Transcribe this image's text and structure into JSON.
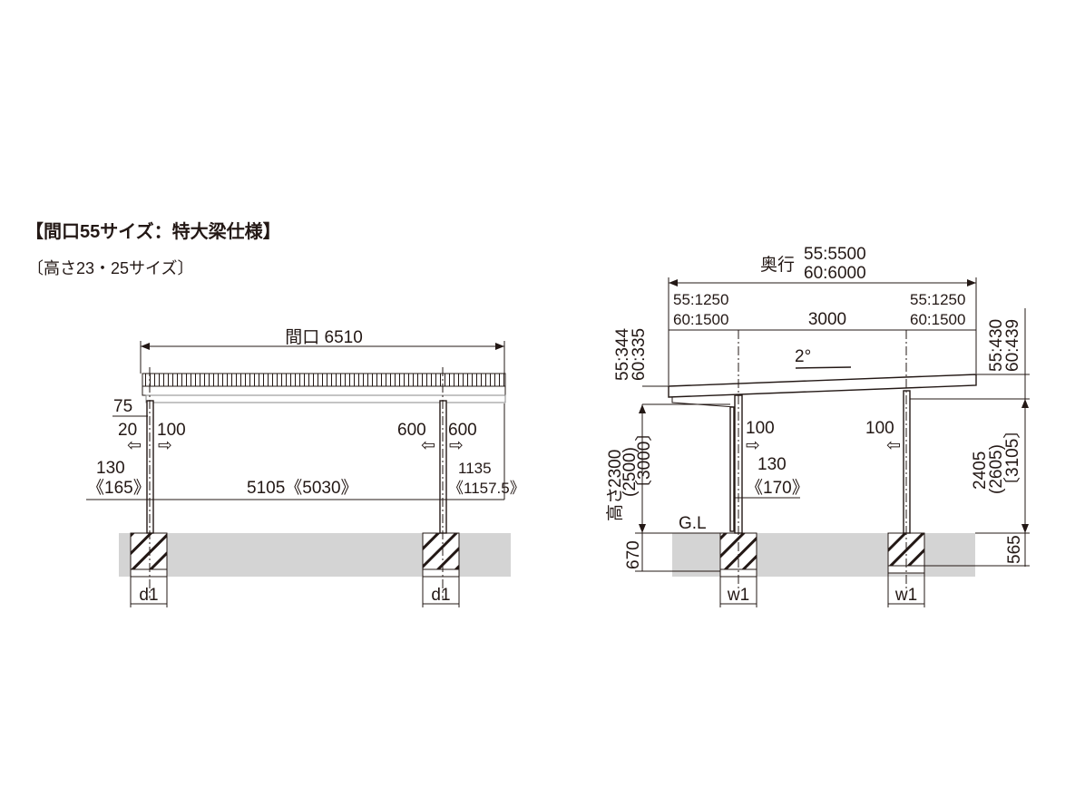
{
  "title": "【間口55サイズ：特大梁仕様】",
  "subtitle": "〔高さ23・25サイズ〕",
  "front_view": {
    "width_label": "間口 6510",
    "dim_75": "75",
    "dim_20": "20",
    "dim_100": "100",
    "dim_600_left": "600",
    "dim_600_right": "600",
    "dim_130": "130",
    "dim_165": "《165》",
    "span": "5105《5030》",
    "dim_1135": "1135",
    "dim_1157": "《1157.5》",
    "footing_left": "d1",
    "footing_right": "d1"
  },
  "side_view": {
    "depth_prefix": "奥行",
    "depth_55": "55:5500",
    "depth_60": "60:6000",
    "left_overhang_55": "55:1250",
    "left_overhang_60": "60:1500",
    "post_span": "3000",
    "right_overhang_55": "55:1250",
    "right_overhang_60": "60:1500",
    "slope": "2°",
    "left_roof_55": "55:344",
    "left_roof_60": "60:335",
    "right_roof_55": "55:430",
    "right_roof_60": "60:439",
    "height_label": "高さ",
    "height_1": "2300",
    "height_2": "(2500)",
    "height_3": "〔3000〕",
    "right_height_1": "2405",
    "right_height_2": "(2605)",
    "right_height_3": "〔3105〕",
    "gl": "G.L",
    "dim_100_left": "100",
    "dim_100_right": "100",
    "dim_130": "130",
    "dim_170": "《170》",
    "depth_670": "670",
    "depth_565": "565",
    "footing_left": "w1",
    "footing_right": "w1"
  }
}
